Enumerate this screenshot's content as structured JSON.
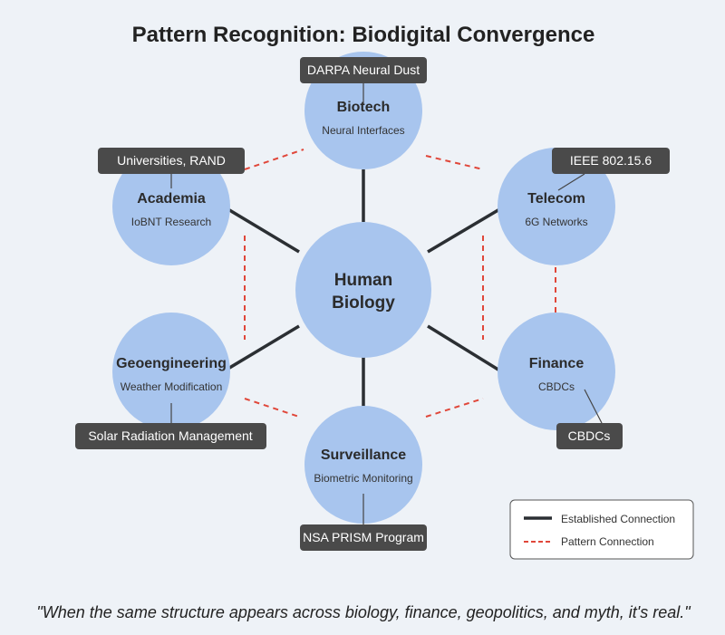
{
  "title": "Pattern Recognition: Biodigital Convergence",
  "center": {
    "line1": "Human",
    "line2": "Biology"
  },
  "nodes": {
    "biotech": {
      "title": "Biotech",
      "subtitle": "Neural Interfaces",
      "label": "DARPA Neural Dust"
    },
    "academia": {
      "title": "Academia",
      "subtitle": "IoBNT Research",
      "label": "Universities, RAND"
    },
    "telecom": {
      "title": "Telecom",
      "subtitle": "6G Networks",
      "label": "IEEE 802.15.6"
    },
    "geoengineering": {
      "title": "Geoengineering",
      "subtitle": "Weather Modification",
      "label": "Solar Radiation Management"
    },
    "finance": {
      "title": "Finance",
      "subtitle": "CBDCs",
      "label": "CBDCs"
    },
    "surveillance": {
      "title": "Surveillance",
      "subtitle": "Biometric Monitoring",
      "label": "NSA PRISM Program"
    }
  },
  "legend": {
    "established": "Established Connection",
    "pattern": "Pattern Connection"
  },
  "quote": "\"When the same structure appears across biology, finance, geopolitics, and myth, it's real.\"",
  "colors": {
    "node": "#a8c5ee",
    "established": "#2b2f33",
    "pattern": "#e0473a",
    "label_box": "#4a4a4a"
  }
}
